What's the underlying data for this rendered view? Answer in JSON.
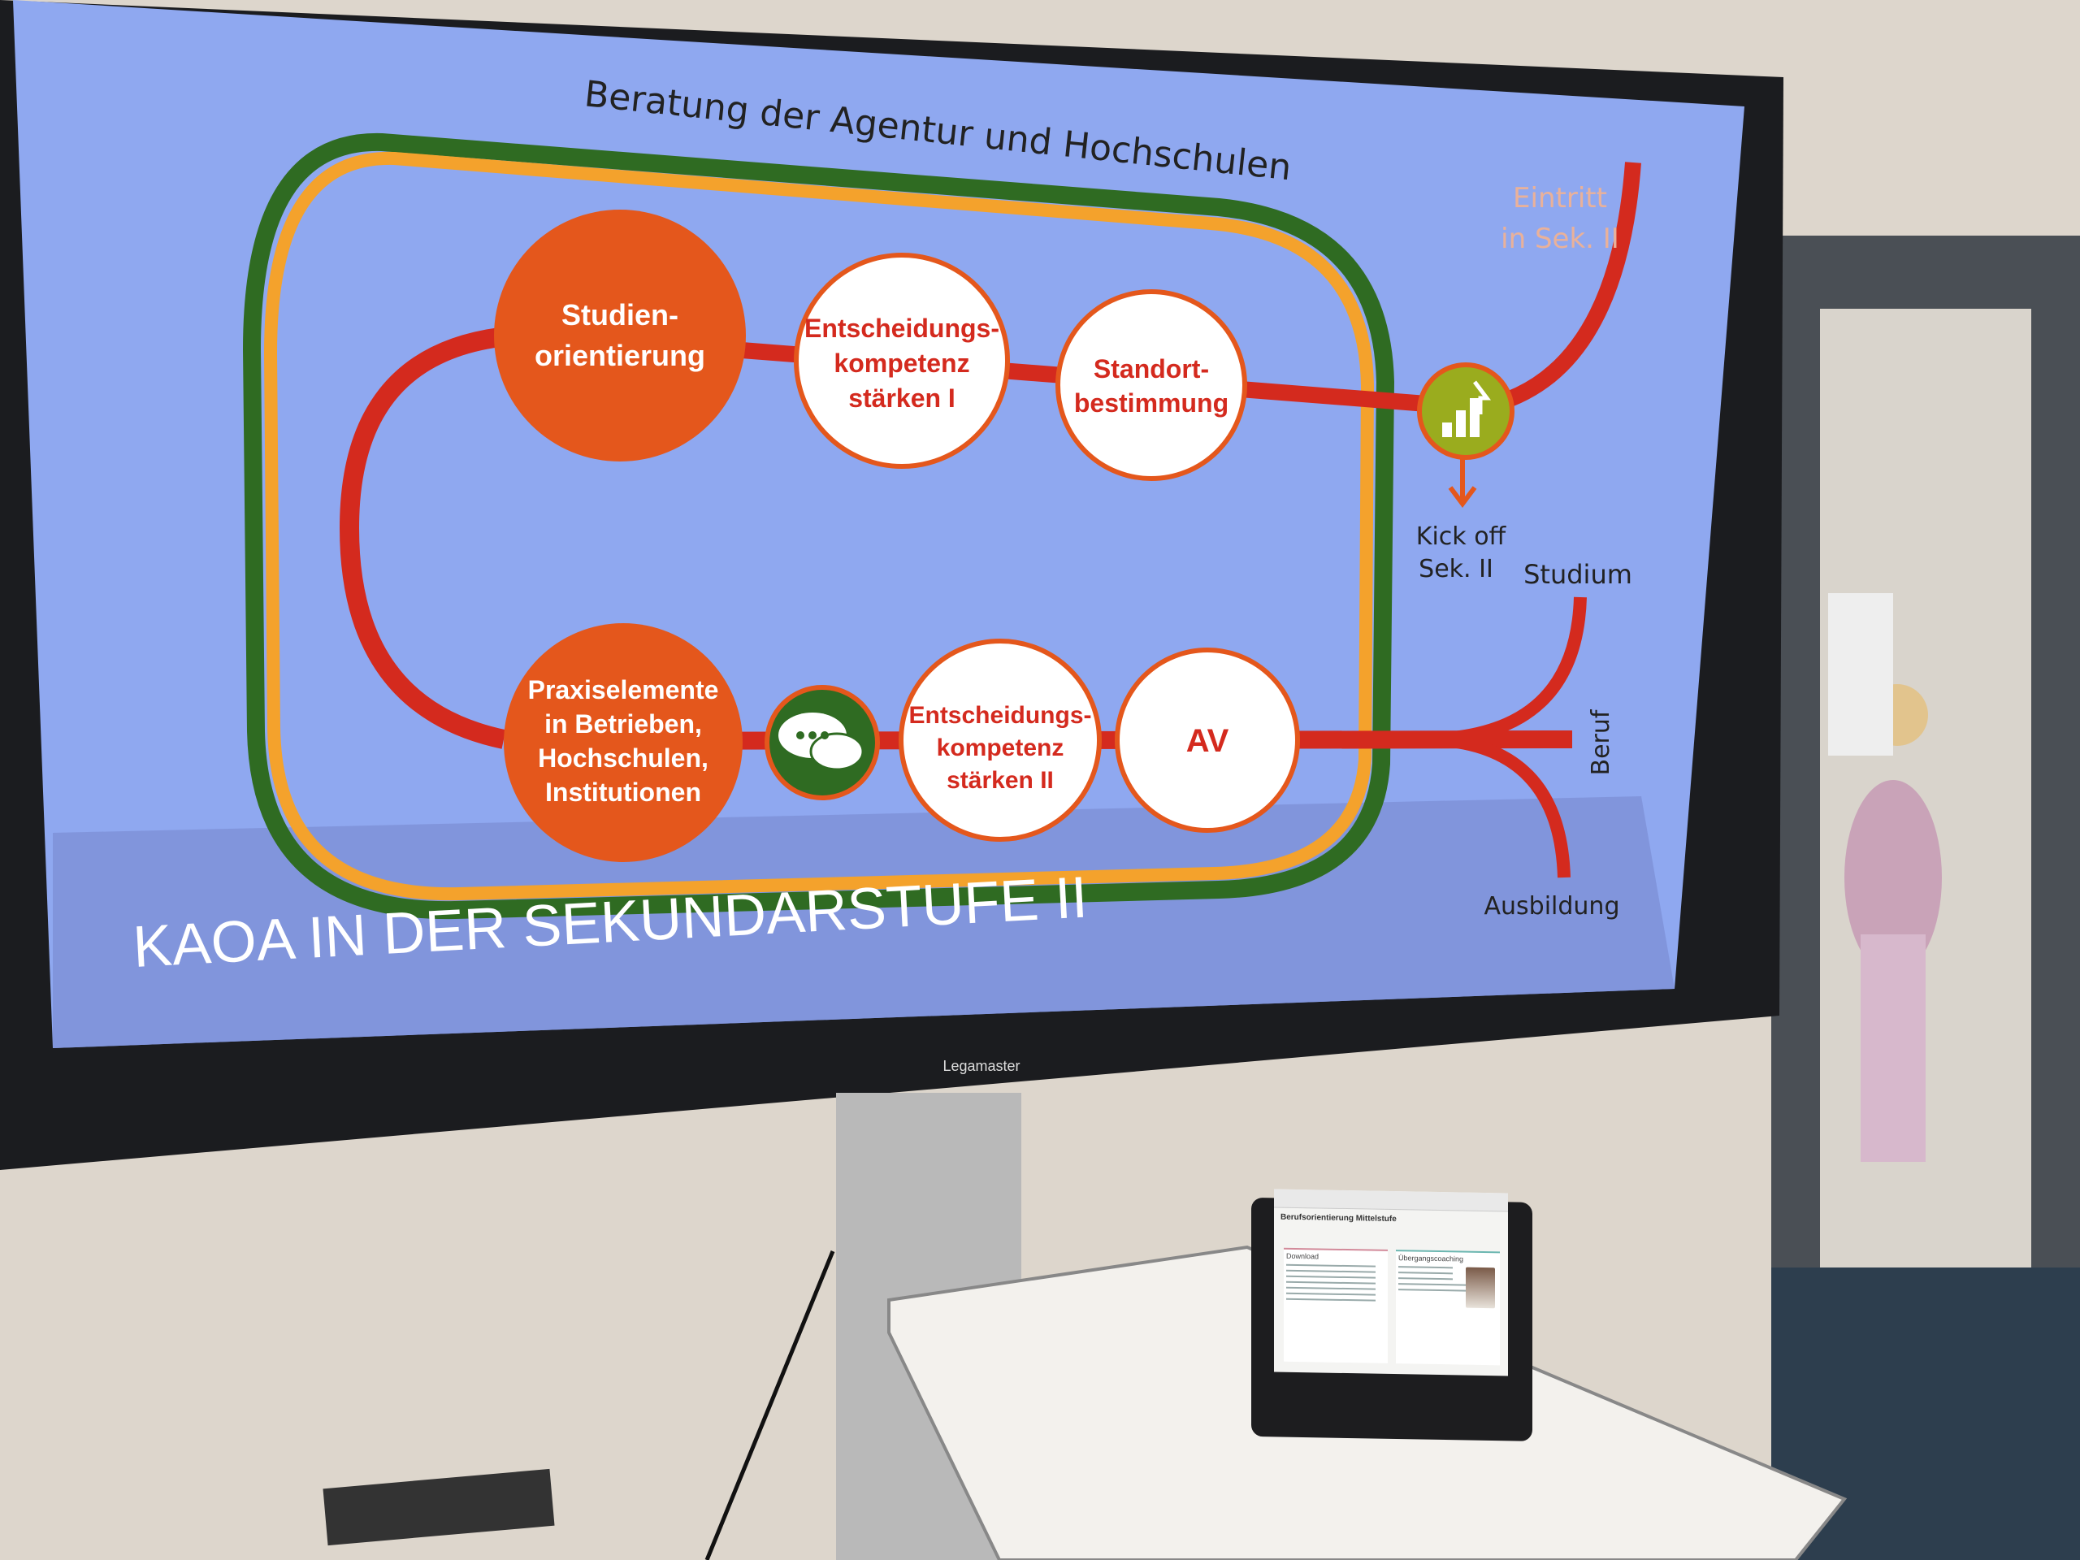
{
  "slide": {
    "header": "Beratung der Agentur und Hochschulen",
    "title": "KAOA IN DER SEKUNDARSTUFE II",
    "stations": [
      {
        "line1": "Studien-",
        "line2": "orientierung"
      },
      {
        "line1": "Entscheidungs-",
        "line2": "kompetenz",
        "line3": "stärken I"
      },
      {
        "line1": "Standort-",
        "line2": "bestimmung"
      },
      {
        "line1": "Praxiselemente",
        "line2": "in Betrieben,",
        "line3": "Hochschulen,",
        "line4": "Institutionen"
      },
      {
        "line1": "Entscheidungs-",
        "line2": "kompetenz",
        "line3": "stärken II"
      },
      {
        "line1": "AV"
      }
    ],
    "entry": {
      "line1": "Eintritt",
      "line2": "in Sek. II"
    },
    "kickoff": {
      "line1": "Kick off",
      "line2": "Sek. II"
    },
    "exits": {
      "studium": "Studium",
      "beruf": "Beruf",
      "ausbildung": "Ausbildung"
    }
  },
  "monitor_brand": "Legamaster",
  "tablet": {
    "page_title": "Berufsorientierung Mittelstufe",
    "left_heading": "Download",
    "right_heading": "Übergangscoaching"
  },
  "colors": {
    "slide_bg": "#8fa8f0",
    "orange": "#e4571c",
    "red": "#d42a1e",
    "green": "#2f6b22",
    "ring_orange": "#f4a22c",
    "kickoff_green": "#9aac1e"
  }
}
